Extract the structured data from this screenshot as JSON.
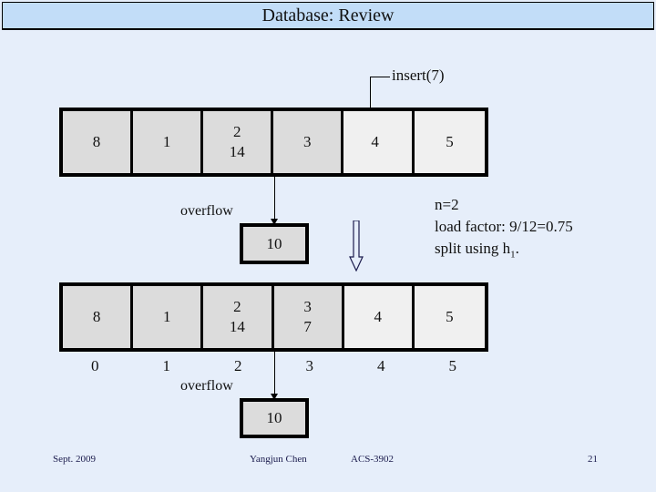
{
  "slide": {
    "title": "Database: Review",
    "title_bg": "#c2ddf8",
    "body_bg": "#e6eefa"
  },
  "annotation": {
    "insert_label": "insert(7)"
  },
  "table_row1": {
    "cells": [
      {
        "lines": [
          "8"
        ],
        "shade": "gray"
      },
      {
        "lines": [
          "1"
        ],
        "shade": "gray"
      },
      {
        "lines": [
          "2",
          "14"
        ],
        "shade": "gray"
      },
      {
        "lines": [
          "3"
        ],
        "shade": "gray"
      },
      {
        "lines": [
          "4"
        ],
        "shade": "light"
      },
      {
        "lines": [
          "5"
        ],
        "shade": "light"
      }
    ]
  },
  "table_row2": {
    "cells": [
      {
        "lines": [
          "8"
        ],
        "shade": "gray"
      },
      {
        "lines": [
          "1"
        ],
        "shade": "gray"
      },
      {
        "lines": [
          "2",
          "14"
        ],
        "shade": "gray"
      },
      {
        "lines": [
          "3",
          "7"
        ],
        "shade": "gray"
      },
      {
        "lines": [
          "4"
        ],
        "shade": "light"
      },
      {
        "lines": [
          "5"
        ],
        "shade": "light"
      }
    ]
  },
  "index_row": {
    "labels": [
      "0",
      "1",
      "2",
      "3",
      "4",
      "5"
    ]
  },
  "overflow_top": {
    "label": "overflow",
    "value": "10"
  },
  "overflow_bottom": {
    "label": "overflow",
    "value": "10"
  },
  "notes": {
    "line1": "n=2",
    "line2": "load factor: 9/12=0.75",
    "line3_prefix": "split using h",
    "line3_sub": "1",
    "line3_suffix": "."
  },
  "footer": {
    "date": "Sept. 2009",
    "author": "Yangjun Chen",
    "course": "ACS-3902",
    "page": "21"
  }
}
